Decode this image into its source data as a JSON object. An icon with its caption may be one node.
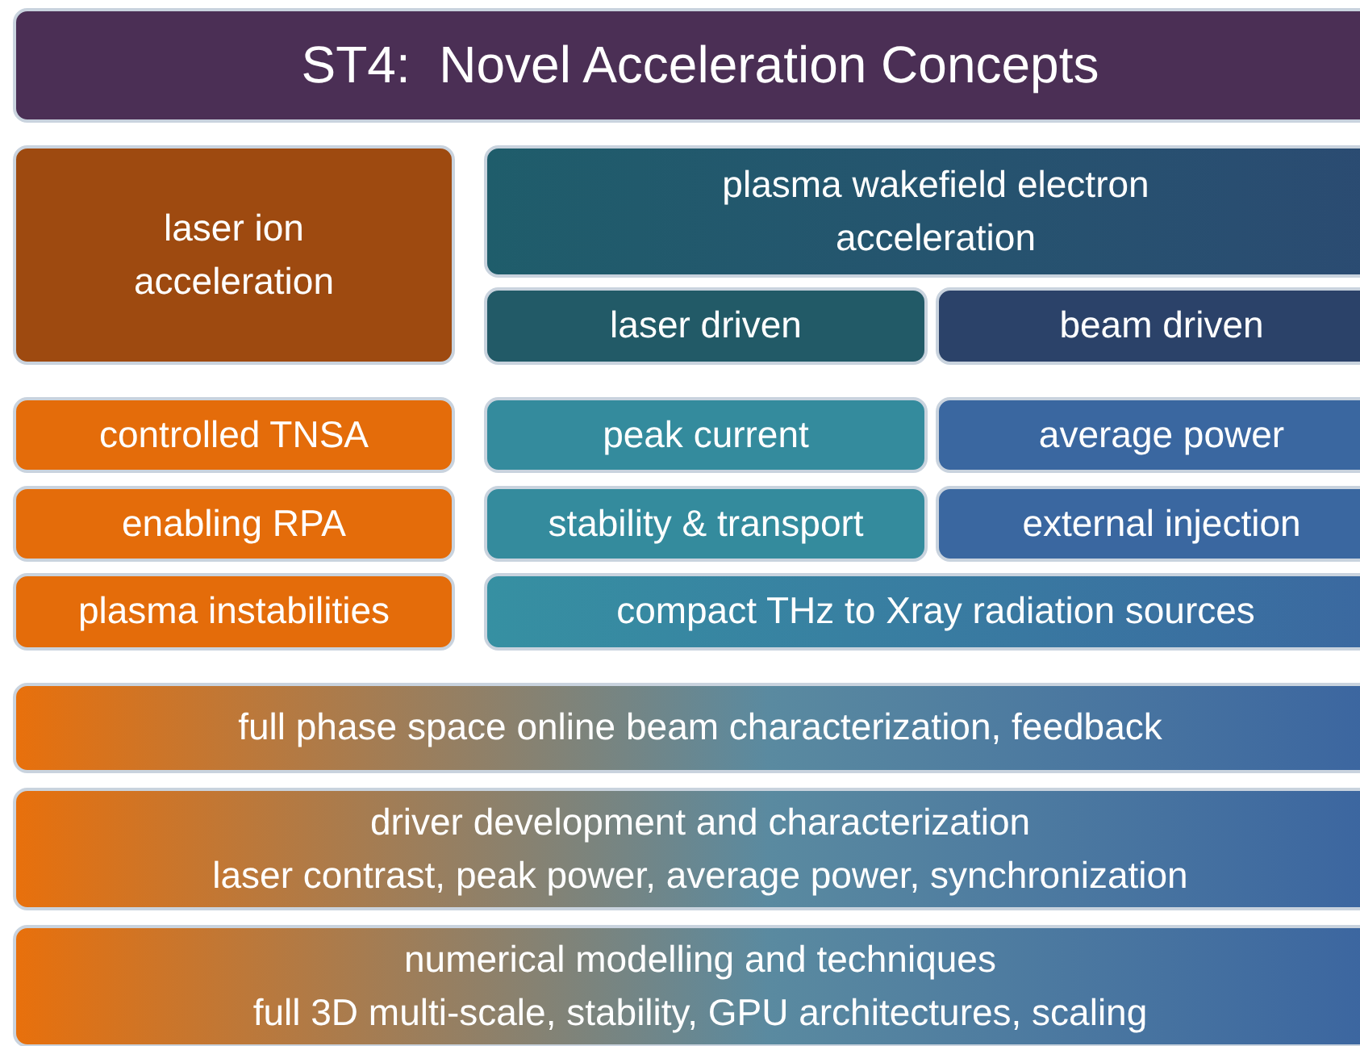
{
  "diagram": {
    "title": "ST4:  Novel Acceleration Concepts",
    "nodes": [
      {
        "text": [
          "laser ion acceleration"
        ]
      },
      {
        "text": [
          "plasma wakefield electron acceleration"
        ]
      },
      {
        "text": [
          "laser driven"
        ]
      },
      {
        "text": [
          "beam driven"
        ]
      },
      {
        "text": [
          "controlled TNSA"
        ]
      },
      {
        "text": [
          "peak current"
        ]
      },
      {
        "text": [
          "average power"
        ]
      },
      {
        "text": [
          "enabling RPA"
        ]
      },
      {
        "text": [
          "stability & transport"
        ]
      },
      {
        "text": [
          "external injection"
        ]
      },
      {
        "text": [
          "plasma instabilities"
        ]
      },
      {
        "text": [
          "compact THz to Xray radiation sources"
        ]
      },
      {
        "text": [
          "full phase space online beam characterization, feedback"
        ]
      },
      {
        "text": [
          "driver development and characterization",
          "laser contrast, peak power, average power, synchronization"
        ]
      },
      {
        "text": [
          "numerical modelling and techniques",
          "full 3D multi-scale, stability, GPU architectures, scaling"
        ]
      }
    ]
  }
}
